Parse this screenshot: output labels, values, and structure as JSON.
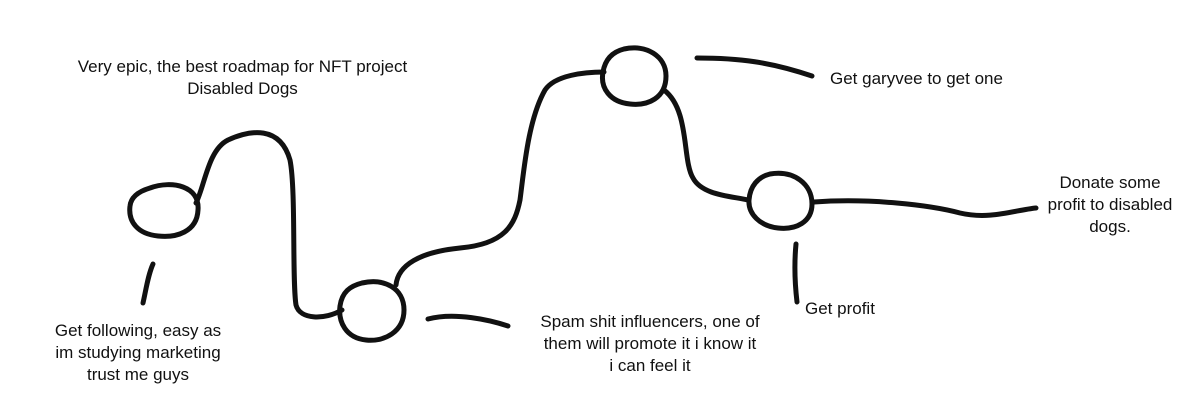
{
  "title": "Very epic, the best roadmap for NFT project\nDisabled Dogs",
  "milestones": {
    "following": "Get following, easy as\nim studying marketing\ntrust me guys",
    "spam": "Spam shit influencers, one of\nthem will promote it i know it\ni can feel it",
    "garyvee": "Get garyvee to get one",
    "profit": "Get profit",
    "donate": "Donate some\nprofit to disabled\ndogs."
  },
  "colors": {
    "ink": "#111111",
    "background": "#ffffff"
  }
}
